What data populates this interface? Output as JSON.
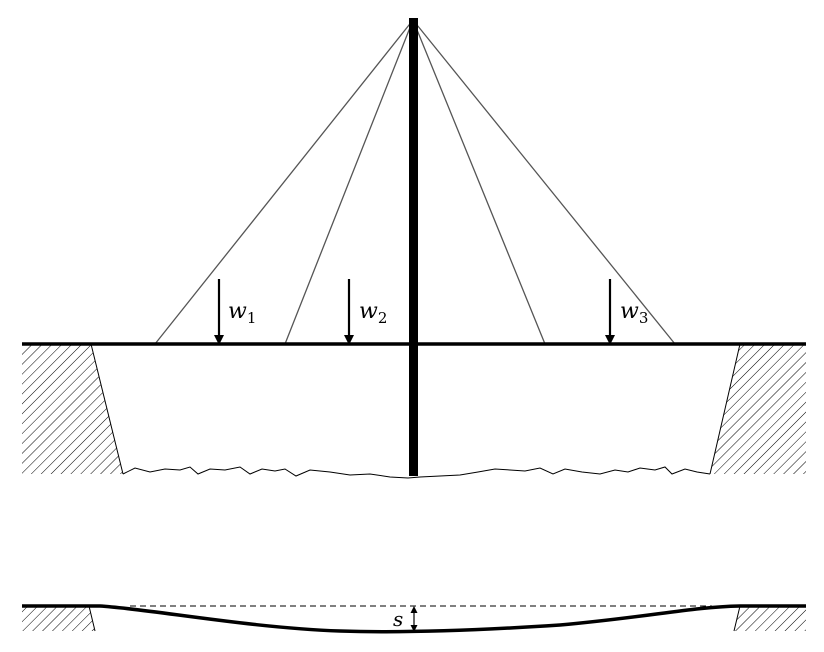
{
  "loads": [
    {
      "symbol": "w",
      "subscript": "1"
    },
    {
      "symbol": "w",
      "subscript": "2"
    },
    {
      "symbol": "w",
      "subscript": "3"
    }
  ],
  "sag_label": "s",
  "colors": {
    "stroke": "#000000",
    "cable": "#555555",
    "background": "#ffffff"
  }
}
